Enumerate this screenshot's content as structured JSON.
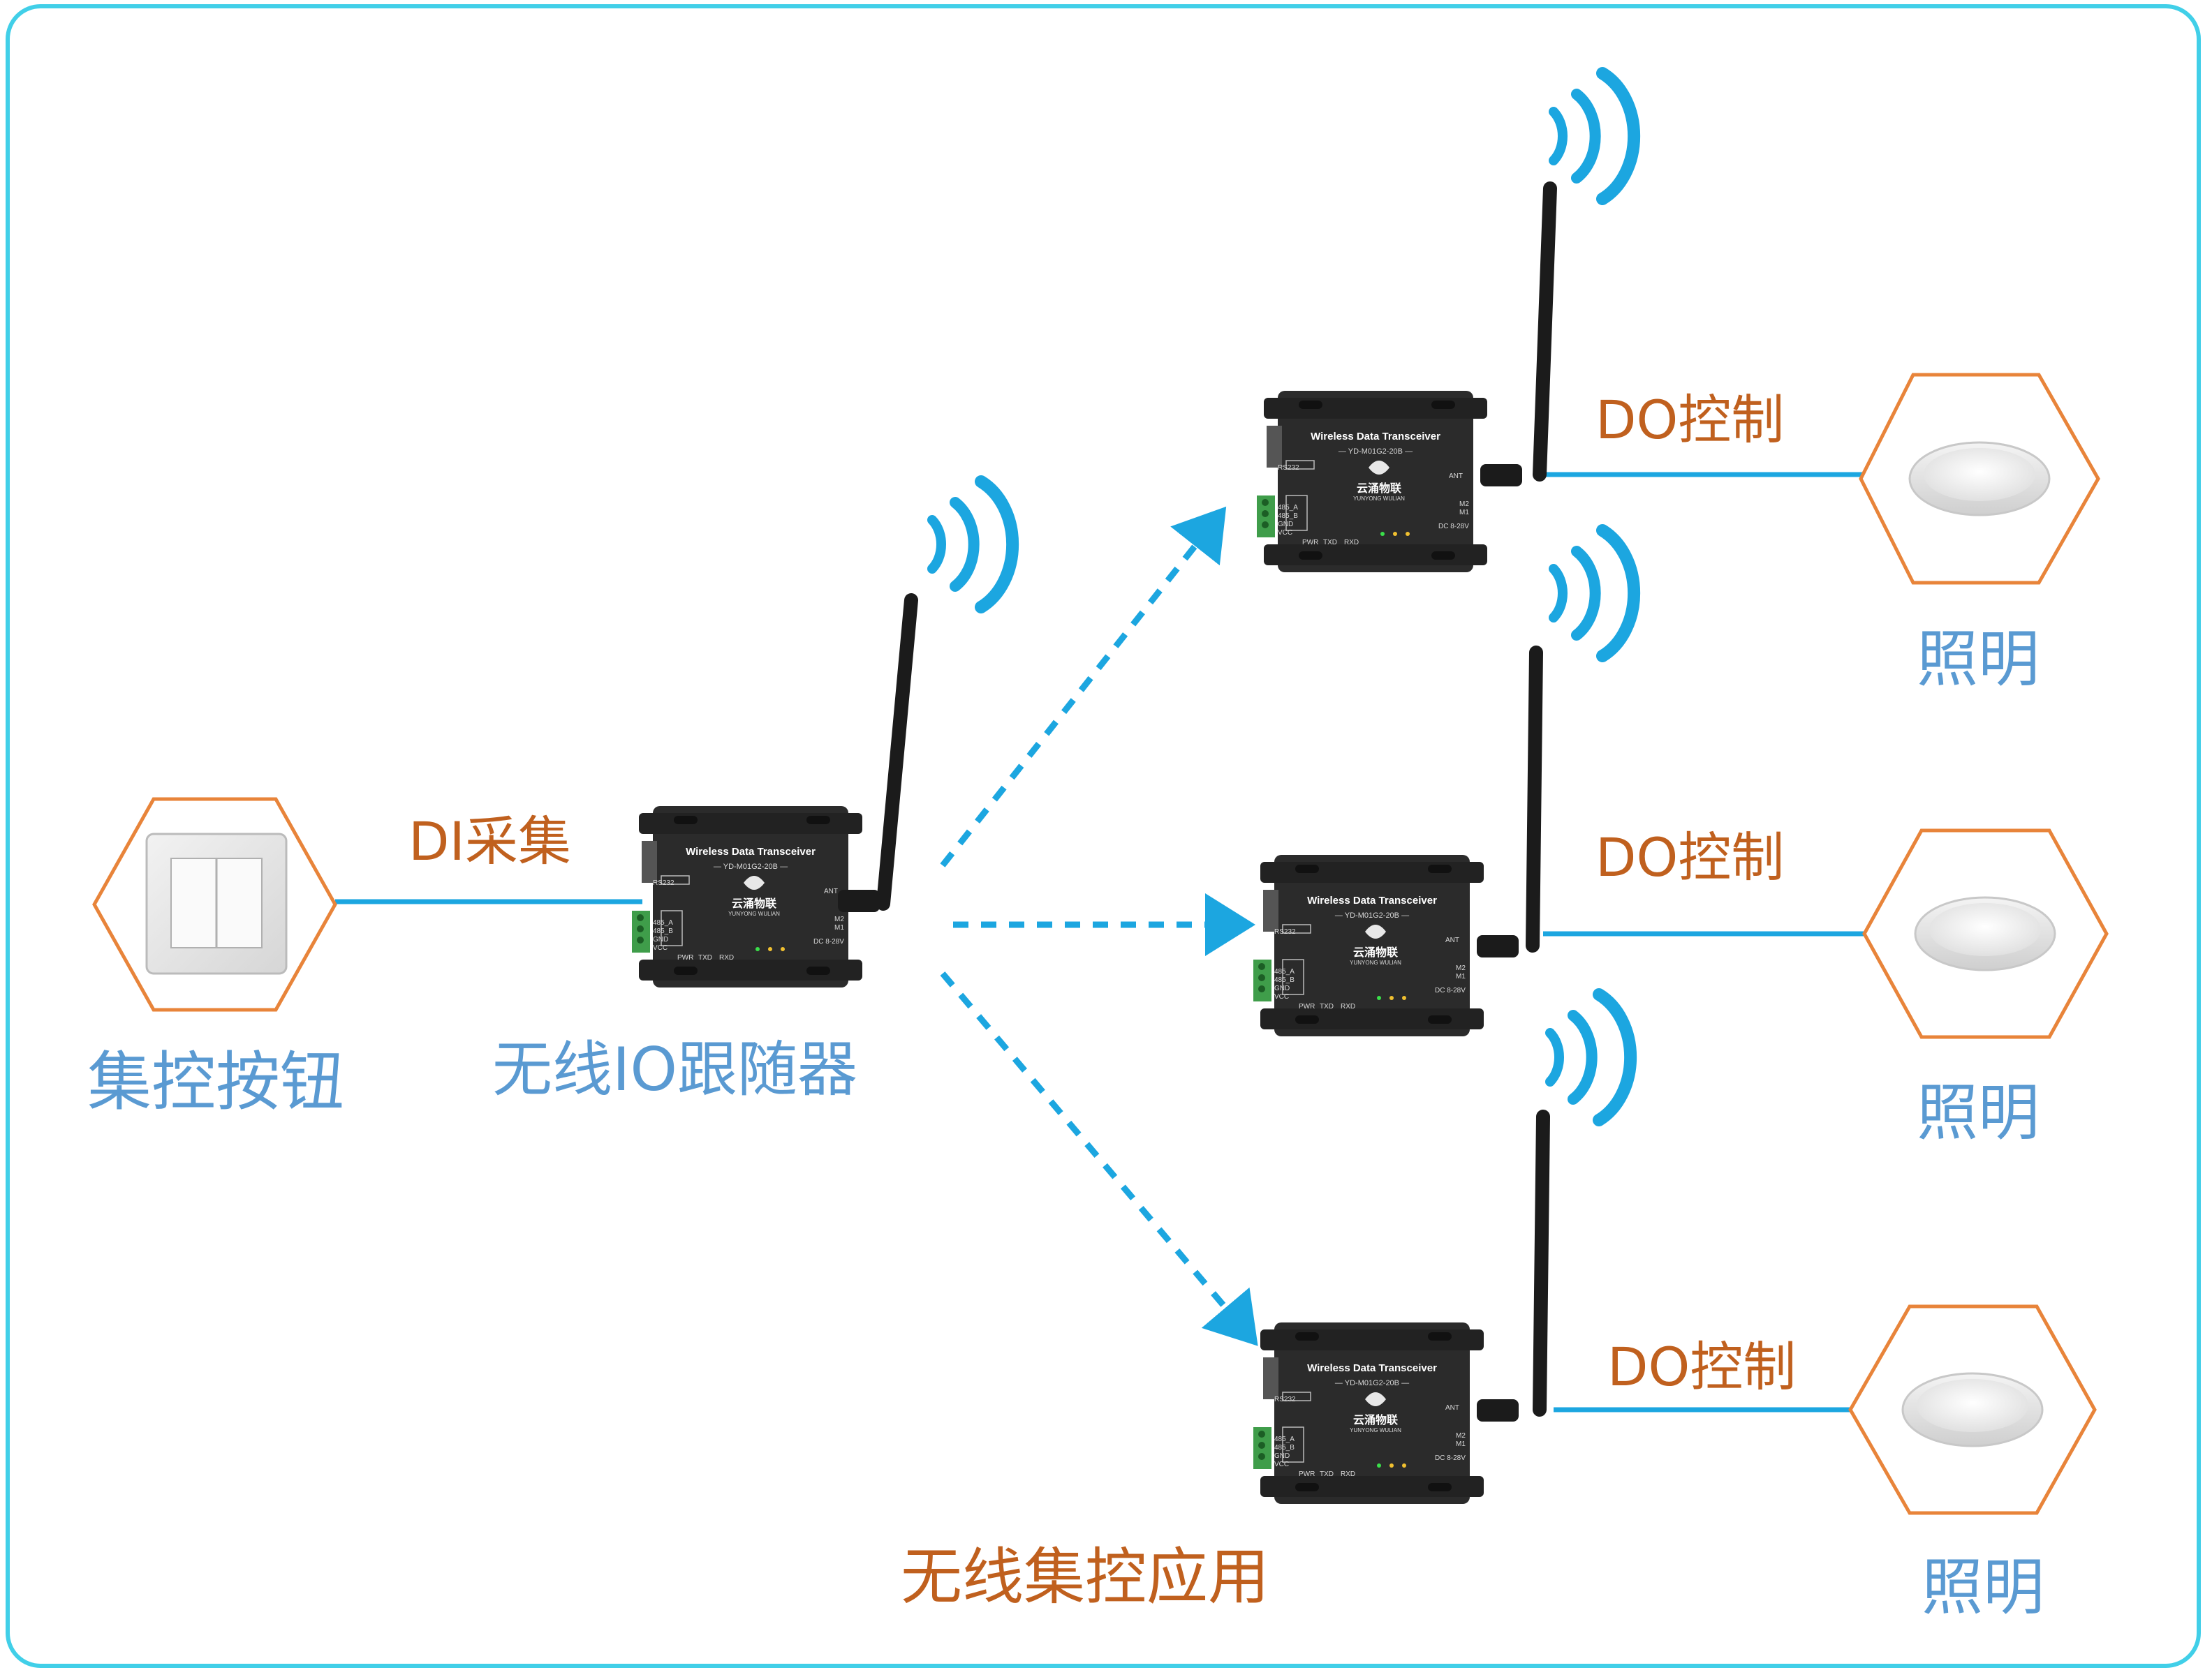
{
  "labels": {
    "di_collect": "DI采集",
    "central_button": "集控按钮",
    "follower": "无线IO跟随器",
    "do_control_1": "DO控制",
    "do_control_2": "DO控制",
    "do_control_3": "DO控制",
    "lighting_1": "照明",
    "lighting_2": "照明",
    "lighting_3": "照明",
    "application": "无线集控应用"
  },
  "device": {
    "title": "Wireless Data Transceiver",
    "model": "— YD-M01G2-20B —",
    "brand": "云涌物联",
    "brand_pinyin": "YUNYONG WULIAN",
    "ant": "ANT",
    "rs232": "RS232",
    "port_485a": "485_A",
    "port_485b": "485_B",
    "gnd": "GND",
    "vcc": "VCC",
    "pwr": "PWR",
    "txd": "TXD",
    "rxd": "RXD",
    "m2": "M2",
    "m1": "M1",
    "dc": "DC 8-28V"
  },
  "colors": {
    "frame": "#41cfe8",
    "line": "#1ca6e0",
    "hexagon": "#e8843a",
    "orange_text": "#c0601e",
    "blue_text": "#5a9ad2",
    "device_body": "#2a2a2a"
  },
  "icons": [
    "switch-icon",
    "lamp-icon",
    "wireless-signal-icon",
    "antenna-icon"
  ]
}
